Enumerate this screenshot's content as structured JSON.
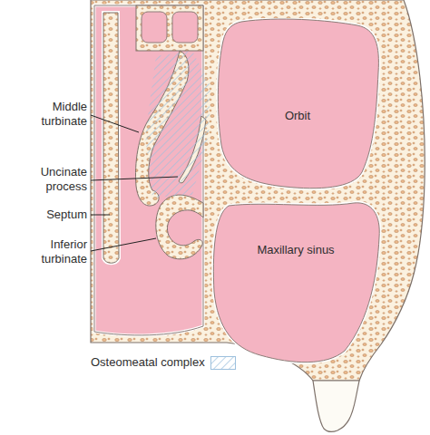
{
  "diagram": {
    "nodes": [
      {
        "text": [
          "Orbit"
        ]
      },
      {
        "text": [
          "Maxillary sinus"
        ]
      }
    ],
    "labels": [
      "Middle turbinate",
      "Uncinate process",
      "Septum",
      "Inferior turbinate"
    ],
    "legend": [
      {
        "text": "Osteomeatal complex"
      }
    ]
  }
}
